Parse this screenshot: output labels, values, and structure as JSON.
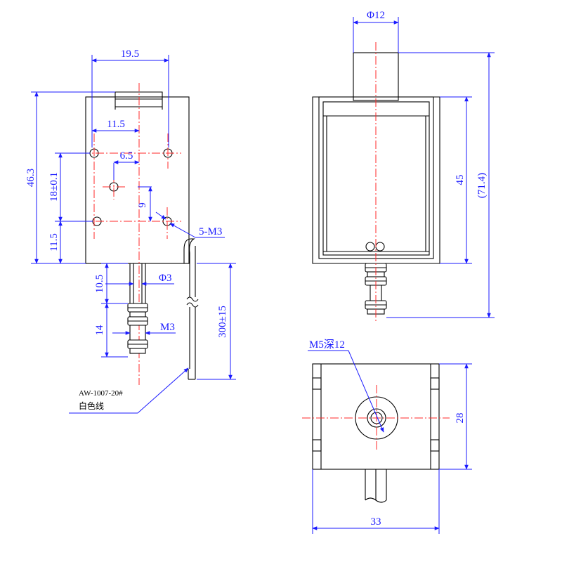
{
  "dimensions": {
    "width_19_5": "19.5",
    "hole_spacing_11_5": "11.5",
    "offset_6_5": "6.5",
    "height_46_3": "46.3",
    "hole_pitch": "18±0.1",
    "bottom_11_5": "11.5",
    "spacing_9": "9",
    "thread_holes": "5-M3",
    "plunger_dia": "Φ3",
    "length_10_5": "10.5",
    "length_14": "14",
    "thread_m3": "M3",
    "lead_length": "300±15",
    "front_dia": "Φ12",
    "front_45": "45",
    "front_total": "(71.4)",
    "tap_hole": "M5深12",
    "bottom_height": "28",
    "bottom_width": "33"
  },
  "wire": {
    "spec": "AW-1007-20#",
    "color": "白色线"
  },
  "colors": {
    "outline": "#000000",
    "dimension": "#1a1aff",
    "centerline": "#ff2a2a"
  }
}
